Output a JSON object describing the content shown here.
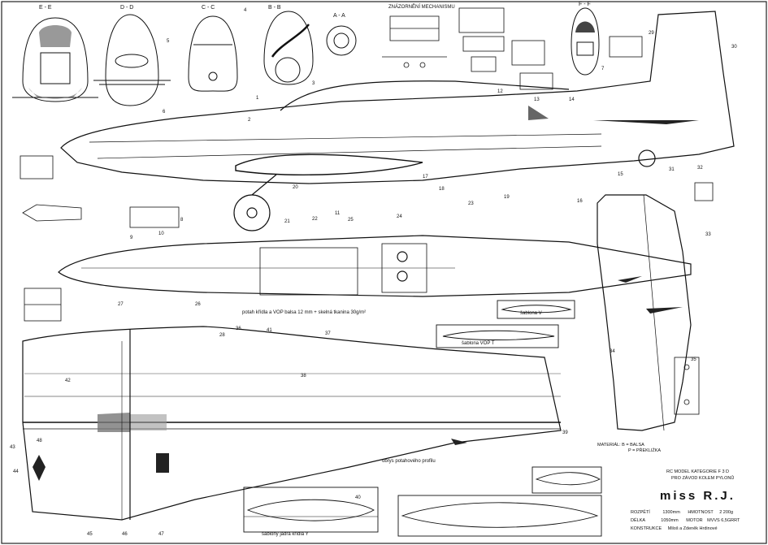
{
  "title": "miss R.J.",
  "header": [
    "RC MODEL KATEGORIE F 3 D",
    "PRO ZÁVOD KOLEM PYLONŮ"
  ],
  "specs": [
    {
      "label": "ROZPĚTÍ",
      "value": "1300mm",
      "label2": "HMOTNOST",
      "value2": "2 200g"
    },
    {
      "label": "DÉLKA",
      "value": "1050mm",
      "label2": "MOTOR",
      "value2": "MVVS 6,5GRRT"
    },
    {
      "label": "KONSTRUKCE",
      "value": "Miloš a Zdeněk Hrdinové",
      "label2": "",
      "value2": ""
    }
  ],
  "material": [
    "MATERIÁL: B = BALSA",
    "P = PŘEKLIŽKA"
  ],
  "sections": [
    "E - E",
    "D - D",
    "C - C",
    "B - B",
    "A - A",
    "F - F"
  ],
  "notes": {
    "wing_skin": "potah křídla a VOP balsa 12 mm + skelná tkanina 30g/m²",
    "mechanism": "ZNÁZORNĚNÍ MECHANISMU",
    "wing_profile": "obrys potahového profilu",
    "elev_templates": "šablony jádra křídla Y",
    "tail_template": "šablona V",
    "stab_template": "šablona VOP  T"
  },
  "colors": {
    "ink": "#111111",
    "paper": "#ffffff",
    "stipple": "#6d6d6d"
  },
  "callouts": [
    "1",
    "2",
    "3",
    "4",
    "5",
    "6",
    "7",
    "8",
    "9",
    "10",
    "11",
    "12",
    "13",
    "14",
    "15",
    "16",
    "17",
    "18",
    "19",
    "20",
    "21",
    "22",
    "23",
    "24",
    "25",
    "26",
    "27",
    "28",
    "29",
    "30",
    "31",
    "32",
    "33",
    "34",
    "35",
    "36",
    "37",
    "38",
    "39",
    "40",
    "41",
    "42",
    "43",
    "44",
    "45",
    "46",
    "47",
    "48"
  ]
}
